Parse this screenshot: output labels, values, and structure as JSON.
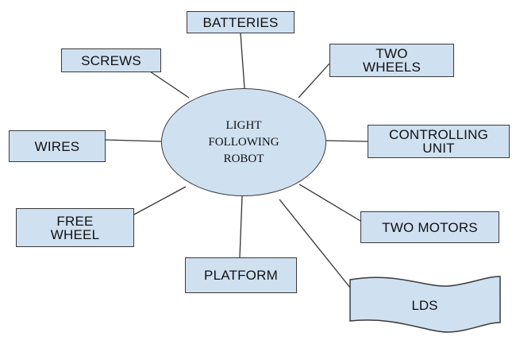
{
  "diagram": {
    "center": {
      "label": "LIGHT\nFOLLOWING\nROBOT"
    },
    "components": [
      {
        "id": "batteries",
        "label": "BATTERIES"
      },
      {
        "id": "screws",
        "label": "SCREWS"
      },
      {
        "id": "two-wheels",
        "label": "TWO\nWHEELS"
      },
      {
        "id": "wires",
        "label": "WIRES"
      },
      {
        "id": "controlling-unit",
        "label": "CONTROLLING\nUNIT"
      },
      {
        "id": "free-wheel",
        "label": "FREE\nWHEEL"
      },
      {
        "id": "two-motors",
        "label": "TWO MOTORS"
      },
      {
        "id": "platform",
        "label": "PLATFORM"
      },
      {
        "id": "lds",
        "label": "LDS"
      }
    ],
    "colors": {
      "fill": "#cfe0f1",
      "stroke": "#3a3a3a",
      "line": "#333333"
    }
  }
}
